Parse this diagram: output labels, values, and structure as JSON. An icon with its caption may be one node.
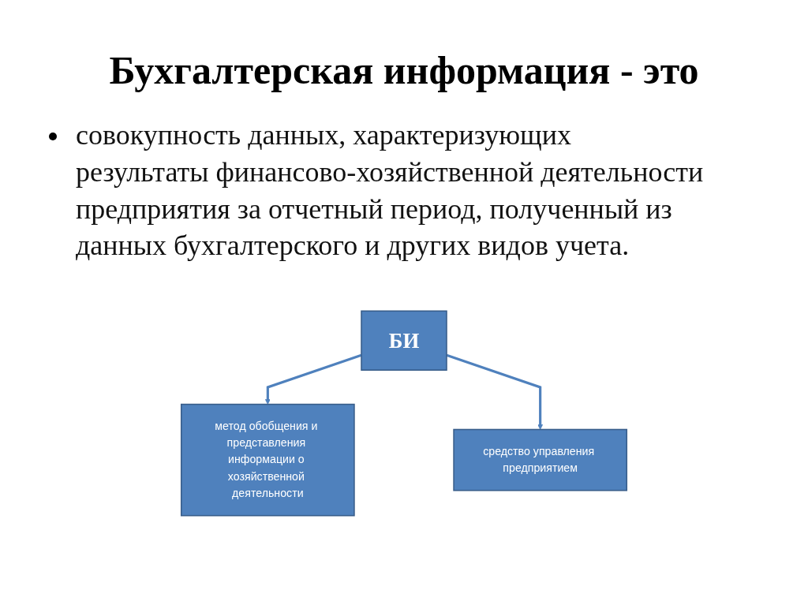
{
  "diagram": {
    "title": "Бухгалтерская информация - это",
    "nodes": [
      {
        "text": [
          "БИ"
        ]
      },
      {
        "text": [
          "метод обобщения и представления информации о хозяйственной деятельности"
        ]
      },
      {
        "text": [
          "средство управления предприятием"
        ]
      }
    ],
    "edges": [
      {
        "from": 0,
        "to": 1,
        "arrow": "to"
      },
      {
        "from": 0,
        "to": 2,
        "arrow": "to"
      }
    ],
    "labels": [
      "совокупность данных, характеризующих результаты финансово-хозяйственной деятельности предприятия за отчетный период, полученный из данных бухгалтерского и других видов учета."
    ]
  }
}
